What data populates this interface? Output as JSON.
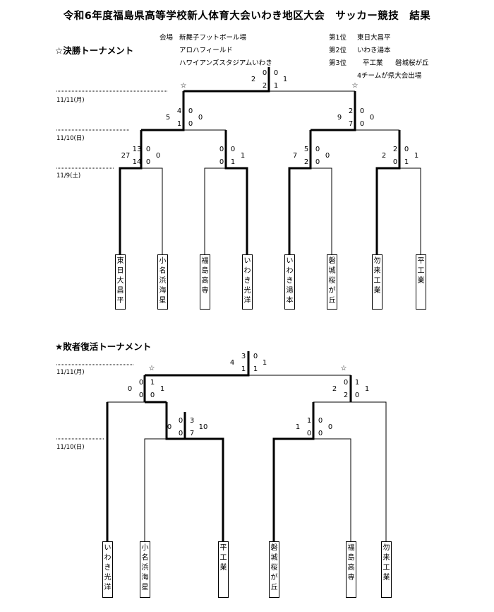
{
  "title": "令和6年度福島県高等学校新人体育大会いわき地区大会　サッカー競技　結果",
  "venue": {
    "label": "会場",
    "items": [
      "新舞子フットボール場",
      "アロハフィールド",
      "ハワイアンズスタジアムいわき"
    ]
  },
  "results": {
    "first_label": "第1位",
    "first": "東日大昌平",
    "second_label": "第2位",
    "second": "いわき湯本",
    "third_label": "第3位",
    "third_a": "平工業",
    "third_b": "磐城桜が丘",
    "note": "4チームが県大会出場"
  },
  "main": {
    "heading": "☆決勝トーナメント",
    "dates": [
      "11/11(月)",
      "11/10(日)",
      "11/9(土)"
    ],
    "teams": [
      "東日大昌平",
      "小名浜海星",
      "福島高専",
      "いわき光洋",
      "いわき湯本",
      "磐城桜が丘",
      "勿来工業",
      "平工業"
    ],
    "scores": {
      "r1a": [
        "13",
        "14",
        "0",
        "0",
        "27",
        "0"
      ],
      "r1b": [
        "0",
        "0",
        "0",
        "1",
        "1"
      ],
      "r1c": [
        "5",
        "2",
        "0",
        "0",
        "7",
        "0"
      ],
      "r1d": [
        "2",
        "0",
        "0",
        "1",
        "2",
        "1"
      ],
      "sfa": [
        "4",
        "1",
        "0",
        "0",
        "5",
        "0"
      ],
      "sfb": [
        "2",
        "7",
        "0",
        "0",
        "9",
        "0"
      ],
      "final": [
        "0",
        "2",
        "0",
        "1",
        "2",
        "1"
      ]
    },
    "star": "☆"
  },
  "repechage": {
    "heading": "★敗者復活トーナメント",
    "dates": [
      "11/11(月)",
      "11/10(日)"
    ],
    "teams": [
      "いわき光洋",
      "小名浜海星",
      "平工業",
      "磐城桜が丘",
      "福島高専",
      "勿来工業"
    ],
    "scores": {
      "r1a": [
        "0",
        "0",
        "3",
        "7",
        "0",
        "10"
      ],
      "r1b": [
        "1",
        "0",
        "0",
        "0",
        "1",
        "0"
      ],
      "fa": [
        "0",
        "0",
        "1",
        "0",
        "0",
        "1"
      ],
      "fb": [
        "0",
        "2",
        "1",
        "0",
        "2",
        "1"
      ],
      "top": [
        "3",
        "1",
        "0",
        "1",
        "4",
        "1"
      ]
    },
    "star": "☆"
  }
}
